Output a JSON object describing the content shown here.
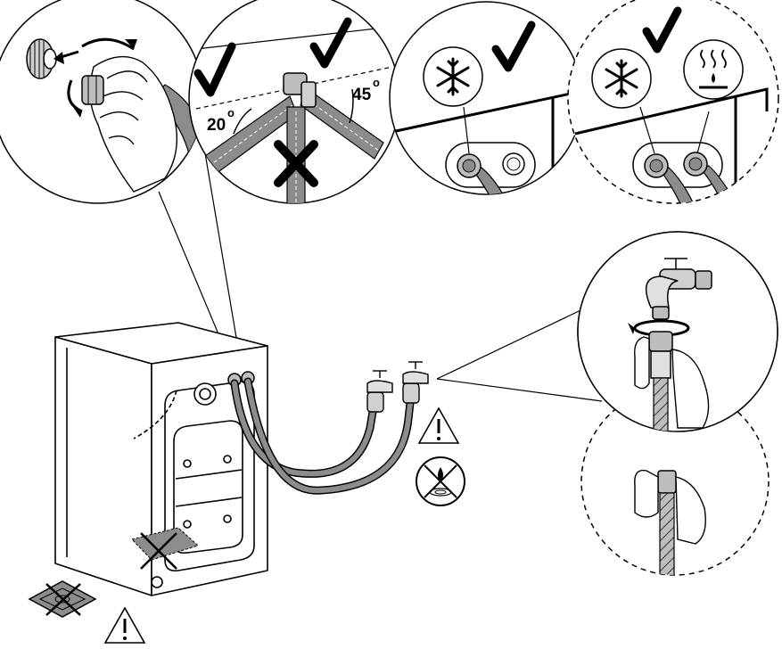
{
  "angles": {
    "left_value": "20",
    "right_value": "45",
    "unit": "o"
  },
  "icons": [
    "checkmark-icon",
    "cross-icon",
    "snowflake-icon",
    "hot-water-icon",
    "warning-triangle-icon",
    "no-drip-icon",
    "no-carpet-icon"
  ],
  "colors": {
    "line": "#000000",
    "hose": "#8c8c8c",
    "hose_dark": "#5a5a5a",
    "background": "#ffffff"
  }
}
